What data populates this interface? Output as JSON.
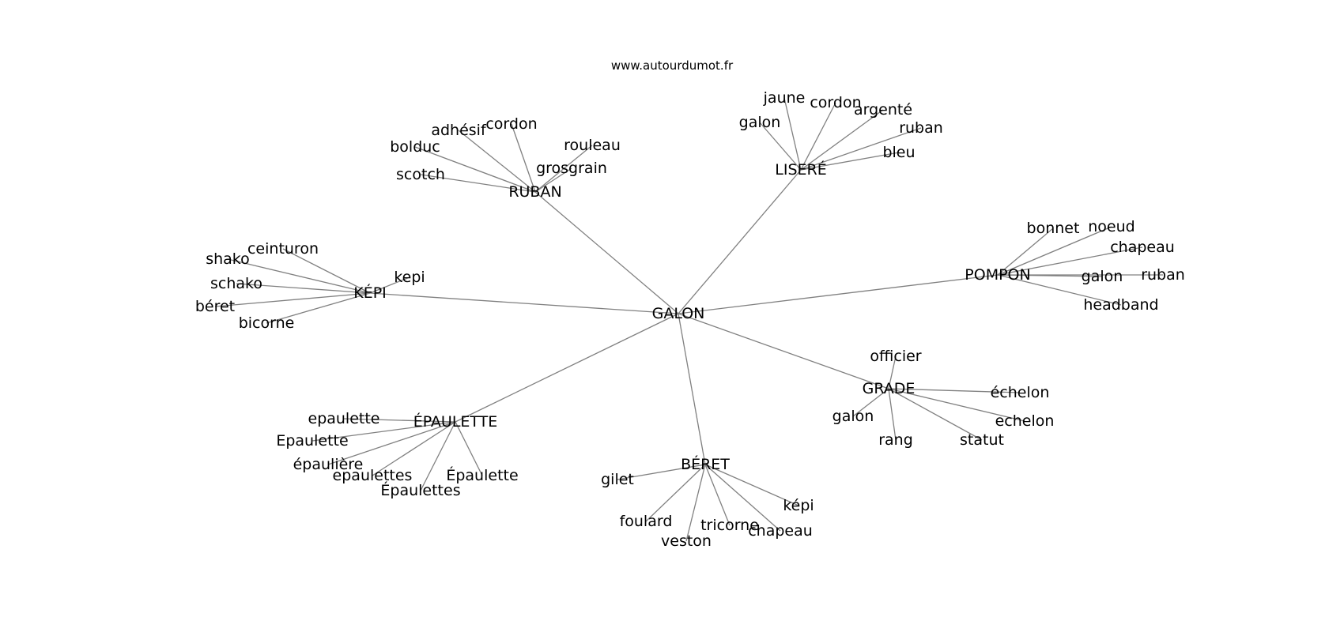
{
  "site": "www.autourdumot.fr",
  "colors": {
    "edge": "#808080",
    "text": "#000000",
    "background": "#ffffff"
  },
  "graph": {
    "center": {
      "label": "GALON"
    },
    "hubs": [
      {
        "id": "ruban",
        "label": "RUBAN",
        "leaves": [
          "scotch",
          "bolduc",
          "adhésif",
          "cordon",
          "grosgrain",
          "rouleau"
        ]
      },
      {
        "id": "lisere",
        "label": "LISERÉ",
        "leaves": [
          "galon",
          "jaune",
          "cordon",
          "argenté",
          "ruban",
          "bleu"
        ]
      },
      {
        "id": "pompon",
        "label": "POMPON",
        "leaves": [
          "bonnet",
          "noeud",
          "chapeau",
          "galon",
          "ruban",
          "headband"
        ]
      },
      {
        "id": "grade",
        "label": "GRADE",
        "leaves": [
          "officier",
          "échelon",
          "echelon",
          "statut",
          "rang",
          "galon"
        ]
      },
      {
        "id": "beret",
        "label": "BÉRET",
        "leaves": [
          "gilet",
          "foulard",
          "veston",
          "tricorne",
          "chapeau",
          "képi"
        ]
      },
      {
        "id": "epaulette",
        "label": "ÉPAULETTE",
        "leaves": [
          "epaulette",
          "Epaulette",
          "épaulière",
          "epaulettes",
          "Épaulettes",
          "Épaulette"
        ]
      },
      {
        "id": "kepi",
        "label": "KÉPI",
        "leaves": [
          "kepi",
          "ceinturon",
          "shako",
          "schako",
          "béret",
          "bicorne"
        ]
      }
    ]
  }
}
